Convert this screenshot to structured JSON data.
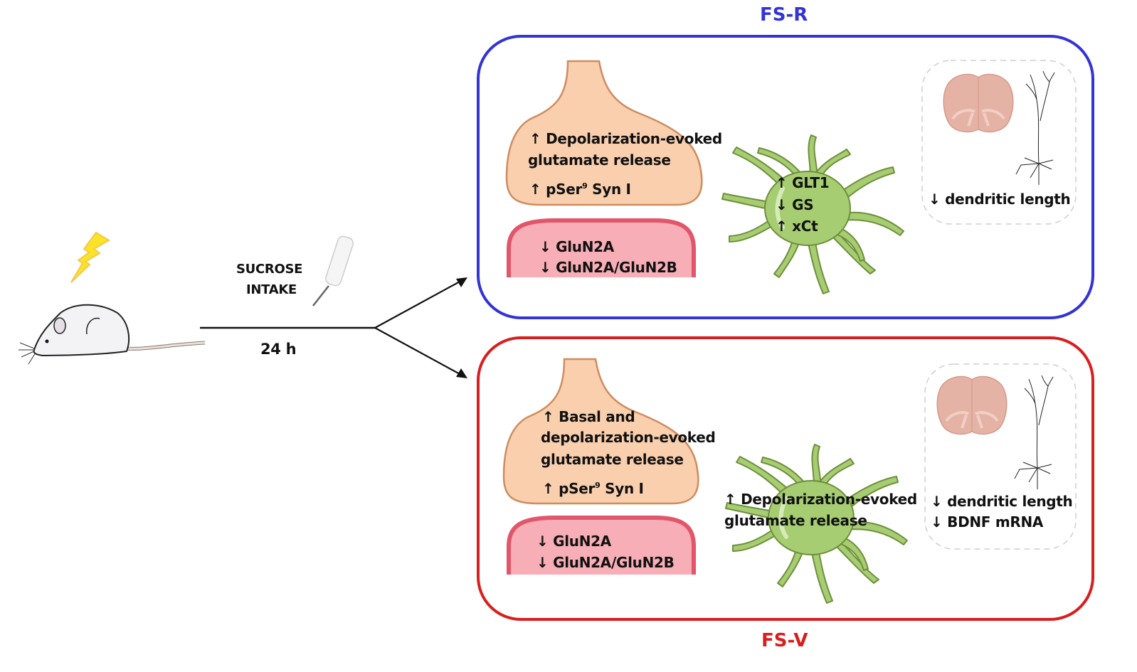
{
  "stimulus": {
    "shock_icon": "lightning-bolt",
    "animal_icon": "rat",
    "bottle_icon": "drinking-bottle"
  },
  "timeline": {
    "label_line1": "SUCROSE",
    "label_line2": "INTAKE",
    "duration": "24 h"
  },
  "colors": {
    "fsr": "#3333d6",
    "fsv": "#d91e1e",
    "presynaptic": "#f9cfae",
    "postsynaptic": "#f7aeb6",
    "astrocyte": "#a6cd72",
    "brain": "#e4b3a6"
  },
  "groups": [
    {
      "name": "FS-R",
      "presynaptic": {
        "lines": [
          "↑ Depolarization-evoked",
          "glutamate release"
        ],
        "syn_arrow": "↑",
        "syn_pre": "pSer",
        "syn_sup": "9",
        "syn_post": " Syn I"
      },
      "postsynaptic": [
        "↓ GluN2A",
        "↓ GluN2A/GluN2B"
      ],
      "astrocyte": [
        "↑ GLT1",
        "↓ GS",
        "↑ xCt"
      ],
      "morphology": [
        "↓ dendritic length"
      ]
    },
    {
      "name": "FS-V",
      "presynaptic": {
        "lines": [
          "↑ Basal and",
          "depolarization-evoked",
          "glutamate release"
        ],
        "syn_arrow": "↑",
        "syn_pre": "pSer",
        "syn_sup": "9",
        "syn_post": " Syn I"
      },
      "postsynaptic": [
        "↓ GluN2A",
        "↓ GluN2A/GluN2B"
      ],
      "astrocyte": [
        "↑ Depolarization-evoked",
        "glutamate release"
      ],
      "morphology": [
        "↓ dendritic length",
        "↓ BDNF mRNA"
      ]
    }
  ]
}
